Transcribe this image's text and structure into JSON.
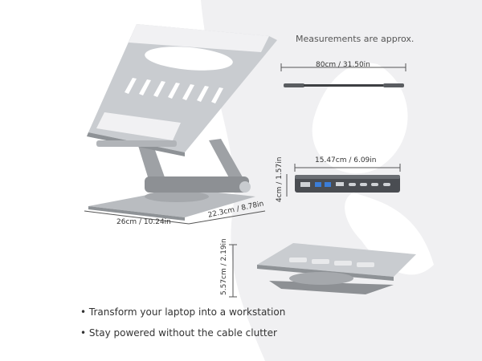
{
  "note": "Measurements are approx.",
  "dimensions": {
    "cable": "80cm / 31.50in",
    "hub_width": "15.47cm / 6.09in",
    "hub_height": "4cm / 1.57in",
    "base_width": "26cm / 10.24in",
    "base_depth": "22.3cm / 8.78in",
    "folded_height": "5.57cm / 2.19in"
  },
  "features": [
    "Transform your laptop into a workstation",
    "Stay powered without the cable clutter"
  ],
  "icons": {
    "bullet": "•"
  }
}
